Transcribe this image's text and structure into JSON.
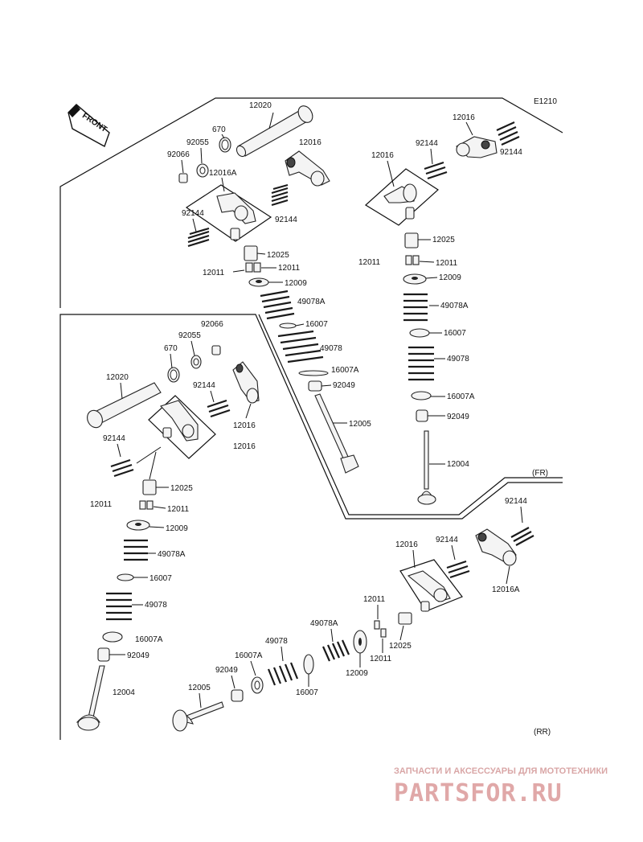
{
  "diagram_code": "E1210",
  "front_label": "FRONT",
  "fr_label": "(FR)",
  "rr_label": "(RR)",
  "watermark": {
    "line": "ЗАПЧАСТИ И АКСЕССУАРЫ ДЛЯ МОТОТЕХНИКИ",
    "logo": "PARTSFOR.RU"
  },
  "colors": {
    "ink": "#111111",
    "watermark": "#e0a8a8"
  },
  "labels": {
    "a": "12020",
    "b": "670",
    "c": "92055",
    "d": "92066",
    "e": "12016",
    "f": "12016A",
    "g": "92144",
    "h": "92144",
    "i": "12025",
    "j": "12011",
    "k": "12011",
    "l": "12009",
    "m": "49078A",
    "n": "16007",
    "o": "49078",
    "p": "16007A",
    "q": "92049",
    "r": "12005",
    "s": "12016",
    "t": "92144",
    "u": "92144",
    "v": "12016",
    "w": "12025",
    "x": "12011",
    "y": "12011",
    "z": "12009",
    "aa": "49078A",
    "ab": "16007",
    "ac": "49078",
    "ad": "16007A",
    "ae": "92049",
    "af": "12004",
    "ba": "92066",
    "bb": "92055",
    "bc": "670",
    "bd": "12020",
    "be": "92144",
    "bf": "12016",
    "bg": "12016",
    "bh": "92144",
    "bi": "12025",
    "bj": "12011",
    "bk": "12011",
    "bl": "12009",
    "bm": "49078A",
    "bn": "16007",
    "bo": "49078",
    "bp": "16007A",
    "bq": "92049",
    "br": "12004",
    "ca": "92144",
    "cb": "12016",
    "cc": "92144",
    "cd": "12016A",
    "ce": "12011",
    "cf": "12025",
    "cg": "12011",
    "ch": "49078A",
    "ci": "12009",
    "cj": "49078",
    "ck": "16007A",
    "cl": "16007",
    "cm": "92049",
    "cn": "12005"
  }
}
